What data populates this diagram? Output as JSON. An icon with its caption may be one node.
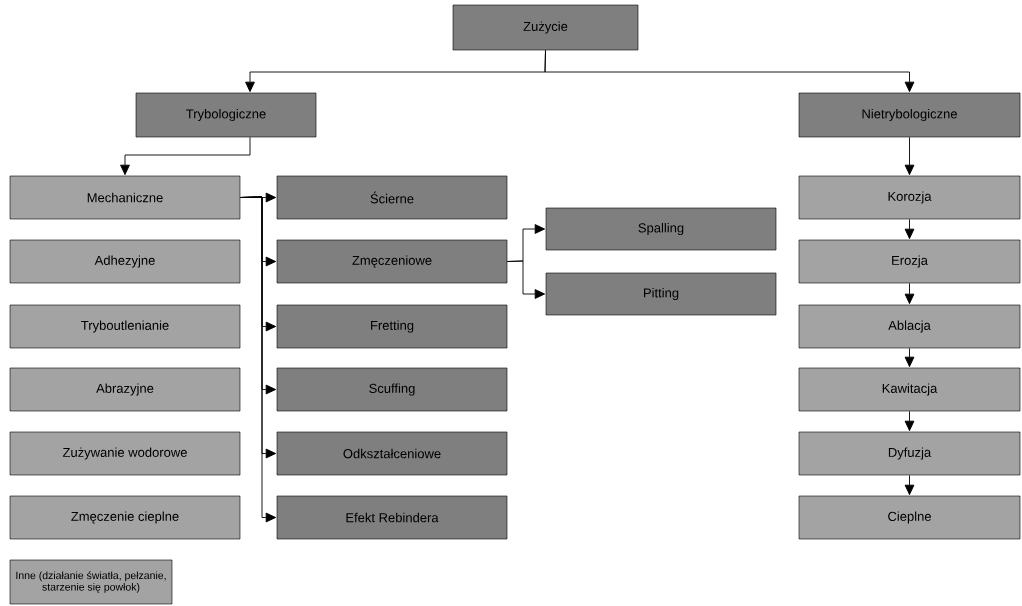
{
  "diagram": {
    "nodes": [
      {
        "text": [
          "Zużycie"
        ]
      },
      {
        "text": [
          "Trybologiczne"
        ]
      },
      {
        "text": [
          "Nietrybologiczne"
        ]
      },
      {
        "text": [
          "Mechaniczne"
        ]
      },
      {
        "text": [
          "Adhezyjne"
        ]
      },
      {
        "text": [
          "Tryboutlenianie"
        ]
      },
      {
        "text": [
          "Abrazyjne"
        ]
      },
      {
        "text": [
          "Zużywanie wodorowe"
        ]
      },
      {
        "text": [
          "Zmęczenie cieplne"
        ]
      },
      {
        "text": [
          "Inne (działanie światła, pełzanie, starzenie się powłok)"
        ]
      },
      {
        "text": [
          "Ścierne"
        ]
      },
      {
        "text": [
          "Zmęczeniowe"
        ]
      },
      {
        "text": [
          "Fretting"
        ]
      },
      {
        "text": [
          "Scuffing"
        ]
      },
      {
        "text": [
          "Odkształceniowe"
        ]
      },
      {
        "text": [
          "Efekt Rebindera"
        ]
      },
      {
        "text": [
          "Spalling"
        ]
      },
      {
        "text": [
          "Pitting"
        ]
      },
      {
        "text": [
          "Korozja"
        ]
      },
      {
        "text": [
          "Erozja"
        ]
      },
      {
        "text": [
          "Ablacja"
        ]
      },
      {
        "text": [
          "Kawitacja"
        ]
      },
      {
        "text": [
          "Dyfuzja"
        ]
      },
      {
        "text": [
          "Cieplne"
        ]
      }
    ],
    "edges": [
      {
        "from": 0,
        "to": 1,
        "arrow": "to"
      },
      {
        "from": 0,
        "to": 2,
        "arrow": "to"
      },
      {
        "from": 1,
        "to": 3,
        "arrow": "to"
      },
      {
        "from": 2,
        "to": 18,
        "arrow": "to"
      },
      {
        "from": 3,
        "to": 10,
        "arrow": "to"
      },
      {
        "from": 3,
        "to": 11,
        "arrow": "to"
      },
      {
        "from": 3,
        "to": 12,
        "arrow": "to"
      },
      {
        "from": 3,
        "to": 13,
        "arrow": "to"
      },
      {
        "from": 3,
        "to": 14,
        "arrow": "to"
      },
      {
        "from": 3,
        "to": 15,
        "arrow": "to"
      },
      {
        "from": 11,
        "to": 16,
        "arrow": "to"
      },
      {
        "from": 11,
        "to": 17,
        "arrow": "to"
      },
      {
        "from": 18,
        "to": 19,
        "arrow": "to"
      },
      {
        "from": 19,
        "to": 20,
        "arrow": "to"
      },
      {
        "from": 20,
        "to": 21,
        "arrow": "to"
      },
      {
        "from": 21,
        "to": 22,
        "arrow": "to"
      },
      {
        "from": 22,
        "to": 23,
        "arrow": "to"
      }
    ]
  }
}
